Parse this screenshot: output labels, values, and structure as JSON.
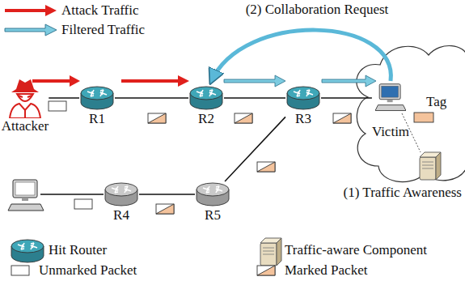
{
  "diagram": {
    "nodes": [
      {
        "text": [
          "Attacker"
        ]
      },
      {
        "text": [
          "R1"
        ]
      },
      {
        "text": [
          "R2"
        ]
      },
      {
        "text": [
          "R3"
        ]
      },
      {
        "text": [
          "R4"
        ]
      },
      {
        "text": [
          "R5"
        ]
      },
      {
        "text": [
          "Victim"
        ]
      }
    ],
    "edges": [
      {
        "from": 0,
        "to": 1,
        "arrow": "none"
      },
      {
        "from": 1,
        "to": 2,
        "arrow": "none"
      },
      {
        "from": 2,
        "to": 3,
        "arrow": "none"
      },
      {
        "from": 3,
        "to": 6,
        "arrow": "none"
      },
      {
        "from": 4,
        "to": 5,
        "arrow": "none"
      },
      {
        "from": 5,
        "to": 3,
        "arrow": "none"
      },
      {
        "from": 6,
        "to": 2,
        "label": "(2) Collaboration Request",
        "arrow": "to"
      }
    ],
    "labels": [
      "Tag",
      "(1) Traffic Awareness"
    ],
    "legend": [
      {
        "text": "Attack Traffic"
      },
      {
        "text": "Filtered Traffic"
      },
      {
        "text": "Hit Router"
      },
      {
        "text": "Traffic-aware Component"
      },
      {
        "text": "Unmarked Packet"
      },
      {
        "text": "Marked Packet"
      }
    ]
  }
}
